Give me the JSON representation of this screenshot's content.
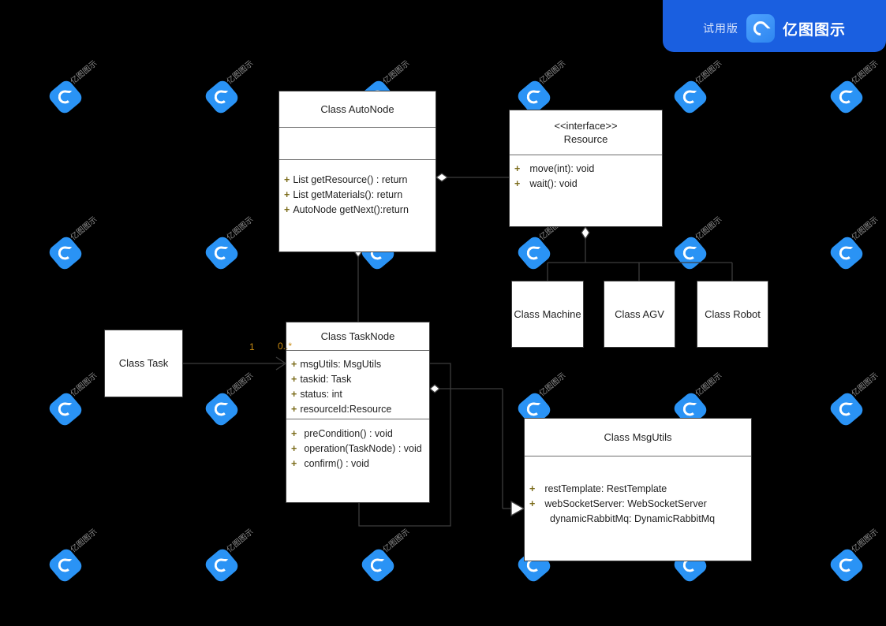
{
  "banner": {
    "trial_label": "试用版",
    "brand": "亿图图示",
    "logo_icon": "edraw-logo-icon",
    "bg_color": "#1a5fe0"
  },
  "watermark": {
    "text": "亿图图示",
    "logo_icon": "edraw-logo-icon",
    "color": "#8f8f8f",
    "logo_color": "#2a93f5"
  },
  "diagram": {
    "type": "uml-class-diagram",
    "background": "#000000",
    "classes": {
      "autonode": {
        "name": "Class AutoNode",
        "attributes": [],
        "methods": [
          {
            "vis": "+",
            "text": "List getResource() : return"
          },
          {
            "vis": "+",
            "text": "List getMaterials(): return"
          },
          {
            "vis": "+",
            "text": "AutoNode getNext():return"
          }
        ]
      },
      "resource": {
        "stereotype": "<<interface>>",
        "name": "Resource",
        "methods": [
          {
            "vis": "+",
            "text": "move(int): void"
          },
          {
            "vis": "+",
            "text": "wait(): void"
          }
        ]
      },
      "machine": {
        "name": "Class Machine"
      },
      "agv": {
        "name": "Class AGV"
      },
      "robot": {
        "name": "Class Robot"
      },
      "task": {
        "name": "Class Task"
      },
      "tasknode": {
        "name": "Class TaskNode",
        "attributes": [
          {
            "vis": "+",
            "text": "msgUtils: MsgUtils"
          },
          {
            "vis": "+",
            "text": "taskid: Task"
          },
          {
            "vis": "+",
            "text": "status: int"
          },
          {
            "vis": "+",
            "text": "resourceId:Resource"
          }
        ],
        "methods": [
          {
            "vis": "+",
            "text": "preCondition() : void"
          },
          {
            "vis": "+",
            "text": "operation(TaskNode) : void"
          },
          {
            "vis": "+",
            "text": "confirm() : void"
          }
        ]
      },
      "msgutils": {
        "name": "Class MsgUtils",
        "attributes": [
          {
            "vis": "+",
            "text": "restTemplate: RestTemplate"
          },
          {
            "vis": "+",
            "text": "webSocketServer: WebSocketServer"
          },
          {
            "vis": "",
            "text": "dynamicRabbitMq: DynamicRabbitMq"
          }
        ]
      }
    },
    "multiplicities": {
      "task_side": "1",
      "tasknode_side": "0..*"
    },
    "relations": [
      {
        "from": "autonode",
        "to": "resource",
        "kind": "aggregation"
      },
      {
        "from": "autonode",
        "to": "tasknode",
        "kind": "aggregation"
      },
      {
        "from": "resource",
        "to": "machine",
        "kind": "aggregation-tree"
      },
      {
        "from": "resource",
        "to": "agv",
        "kind": "aggregation-tree"
      },
      {
        "from": "resource",
        "to": "robot",
        "kind": "aggregation-tree"
      },
      {
        "from": "task",
        "to": "tasknode",
        "kind": "association",
        "arrow": "open"
      },
      {
        "from": "tasknode",
        "to": "msgutils",
        "kind": "aggregation-generalization"
      },
      {
        "from": "tasknode",
        "to": "tasknode",
        "kind": "self-loop"
      }
    ]
  }
}
